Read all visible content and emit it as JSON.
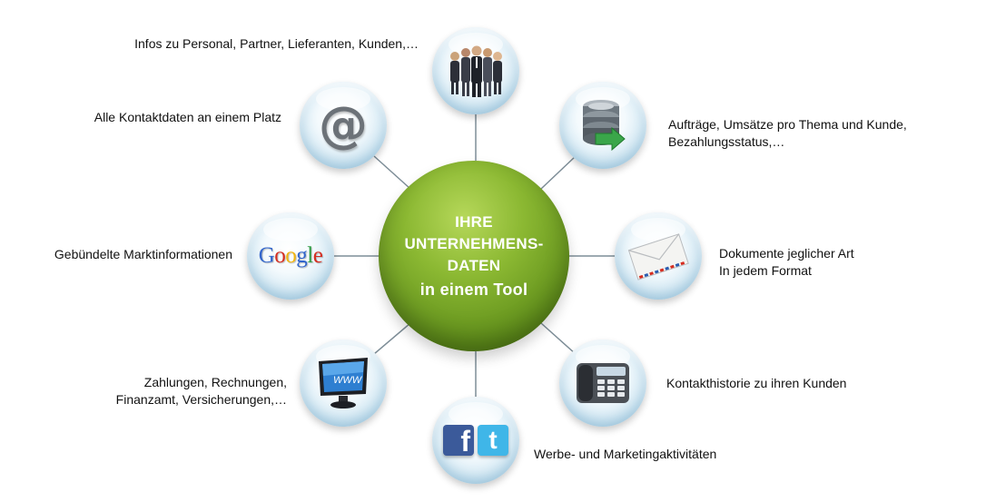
{
  "center": {
    "line1": "IHRE",
    "line2": "UNTERNEHMENS-",
    "line3": "DATEN",
    "line4": "in einem Tool",
    "color": "#6a9a22"
  },
  "nodes": {
    "personnel": {
      "label": "Infos zu Personal, Partner, Lieferanten, Kunden,…",
      "icon": "business-people-icon"
    },
    "contacts": {
      "label": "Alle Kontaktdaten an einem Platz",
      "icon": "at-sign-icon",
      "glyph": "@"
    },
    "orders": {
      "label1": "Aufträge, Umsätze pro Thema und Kunde,",
      "label2": "Bezahlungsstatus,…",
      "icon": "database-icon"
    },
    "market": {
      "label": "Gebündelte Marktinformationen",
      "icon": "google-logo-icon",
      "logo": [
        "G",
        "o",
        "o",
        "g",
        "l",
        "e"
      ]
    },
    "documents": {
      "label1": "Dokumente jeglicher Art",
      "label2": "In jedem Format",
      "icon": "envelope-icon"
    },
    "payments": {
      "label1": "Zahlungen, Rechnungen,",
      "label2": "Finanzamt, Versicherungen,…",
      "icon": "www-monitor-icon",
      "screen_text": "WWW"
    },
    "history": {
      "label": "Kontakthistorie zu ihren Kunden",
      "icon": "telephone-icon"
    },
    "marketing": {
      "label": "Werbe- und Marketingaktivitäten",
      "icon": "facebook-twitter-icon",
      "fb": "f",
      "tw": "t"
    }
  },
  "colors": {
    "connector": "#7d8d97",
    "google_blue": "#3366cc",
    "google_red": "#d62d20",
    "google_yellow": "#f2b50f",
    "google_green": "#2f9e44"
  }
}
